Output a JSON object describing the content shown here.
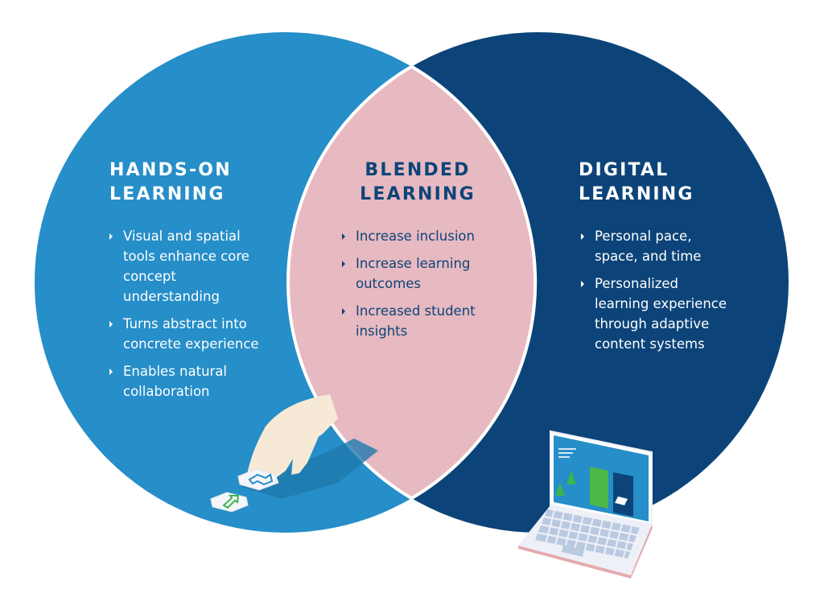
{
  "colors": {
    "hands_on_circle": "#268ec8",
    "digital_circle": "#0c4479",
    "blended_overlap": "#e7b9c0",
    "separator": "#ffffff",
    "light_text": "#ffffff",
    "dark_text": "#0c4479",
    "hand_skin": "#f6ead7",
    "tile_arrow_green": "#3cb54a",
    "tile_arrow_blue": "#268ec8",
    "laptop_screen": "#268ec8",
    "laptop_card_green": "#4cb848",
    "laptop_card_navy": "#0c4479",
    "laptop_body": "#eef0f7",
    "laptop_keys": "#b9c9e0",
    "laptop_edge": "#e4aab0"
  },
  "sections": {
    "hands_on": {
      "title_line1": "HANDS-ON",
      "title_line2": "LEARNING",
      "bullets": [
        "Visual and spatial tools enhance core concept understanding",
        "Turns abstract into concrete experience",
        "Enables natural collaboration"
      ],
      "illustration": "hand-placing-puzzle-tiles-icon"
    },
    "blended": {
      "title_line1": "BLENDED",
      "title_line2": "LEARNING",
      "bullets": [
        "Increase inclusion",
        "Increase learning outcomes",
        "Increased student insights"
      ]
    },
    "digital": {
      "title_line1": "DIGITAL",
      "title_line2": "LEARNING",
      "bullets": [
        "Personal pace, space, and time",
        "Personalized learning experience through adaptive content systems"
      ],
      "illustration": "laptop-icon"
    }
  }
}
